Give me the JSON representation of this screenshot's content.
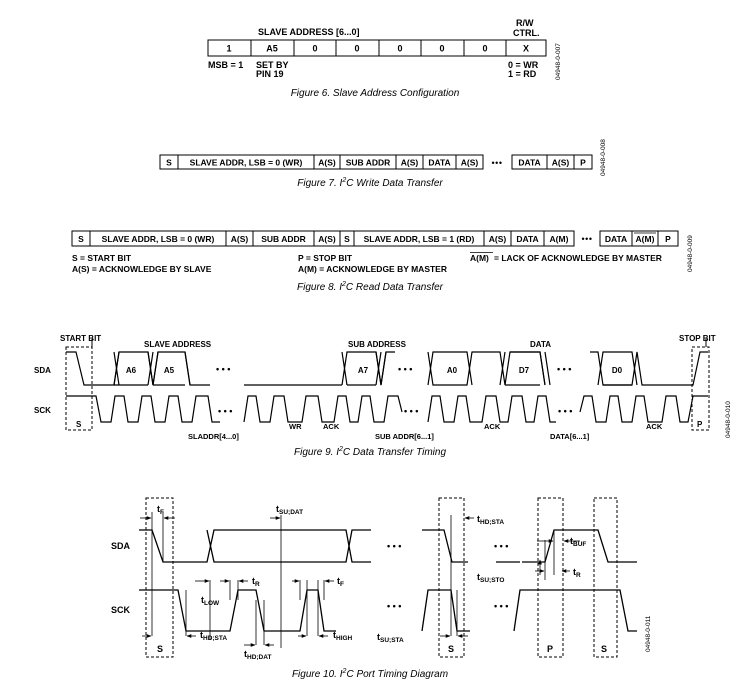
{
  "fig6": {
    "header_address": "SLAVE ADDRESS [6...0]",
    "header_rw": [
      "R/W",
      "CTRL."
    ],
    "cells": [
      "1",
      "A5",
      "0",
      "0",
      "0",
      "0",
      "0",
      "X"
    ],
    "msb_note": "MSB = 1",
    "set_by": [
      "SET BY",
      "PIN 19"
    ],
    "rw_values": [
      "0 = WR",
      "1 = RD"
    ],
    "code": "04948-0-007",
    "caption": "Figure 6. Slave Address Configuration"
  },
  "fig7": {
    "cells": [
      "S",
      "SLAVE ADDR, LSB = 0 (WR)",
      "A(S)",
      "SUB ADDR",
      "A(S)",
      "DATA",
      "A(S)",
      "DATA",
      "A(S)",
      "P"
    ],
    "ellipsis": "•••",
    "code": "04948-0-008",
    "caption_prefix": "Figure 7. I",
    "caption_sup": "2",
    "caption_suffix": "C Write Data Transfer"
  },
  "fig8": {
    "cells": [
      "S",
      "SLAVE ADDR, LSB = 0 (WR)",
      "A(S)",
      "SUB ADDR",
      "A(S)",
      "S",
      "SLAVE ADDR, LSB = 1 (RD)",
      "A(S)",
      "DATA",
      "A(M)",
      "DATA",
      "A(M)",
      "P"
    ],
    "ellipsis": "•••",
    "legend_col1": [
      "S = START BIT",
      "A(S) = ACKNOWLEDGE BY SLAVE"
    ],
    "legend_col2": [
      "P = STOP BIT",
      "A(M) = ACKNOWLEDGE BY MASTER"
    ],
    "legend_col3_symbol": "A(M)",
    "legend_col3_text": " =  LACK OF ACKNOWLEDGE BY MASTER",
    "code": "04948-0-009",
    "caption_prefix": "Figure 8. I",
    "caption_sup": "2",
    "caption_suffix": "C Read Data Transfer"
  },
  "fig9": {
    "start_bit": "START BIT",
    "stop_bit": "STOP BIT",
    "slave_address": "SLAVE ADDRESS",
    "sub_address": "SUB ADDRESS",
    "data": "DATA",
    "sda": "SDA",
    "sck": "SCK",
    "bits": [
      "A6",
      "A5",
      "A7",
      "A0",
      "D7",
      "D0"
    ],
    "s": "S",
    "p": "P",
    "wr": "WR",
    "ack": "ACK",
    "sladdr": "SLADDR[4...0]",
    "subaddr": "SUB ADDR[6...1]",
    "data_range": "DATA[6...1]",
    "dots": "• • •",
    "code": "04948-0-010",
    "caption_prefix": "Figure 9. I",
    "caption_sup": "2",
    "caption_suffix": "C Data Transfer Timing"
  },
  "fig10": {
    "sda": "SDA",
    "sck": "SCK",
    "s": "S",
    "p": "P",
    "dots": "• • •",
    "t": "t",
    "labels": {
      "tf": "F",
      "tsudat": "SU;DAT",
      "thdsta_top": "HD;STA",
      "tbuf": "BUF",
      "tr": "R",
      "tsusto": "SU;STO",
      "tlow": "LOW",
      "thdsta": "HD;STA",
      "thdat": "HD;DAT",
      "thigh": "HIGH",
      "tsusta": "SU;STA"
    },
    "code": "04948-0-011",
    "caption_prefix": "Figure 10. I",
    "caption_sup": "2",
    "caption_suffix": "C Port Timing Diagram"
  }
}
